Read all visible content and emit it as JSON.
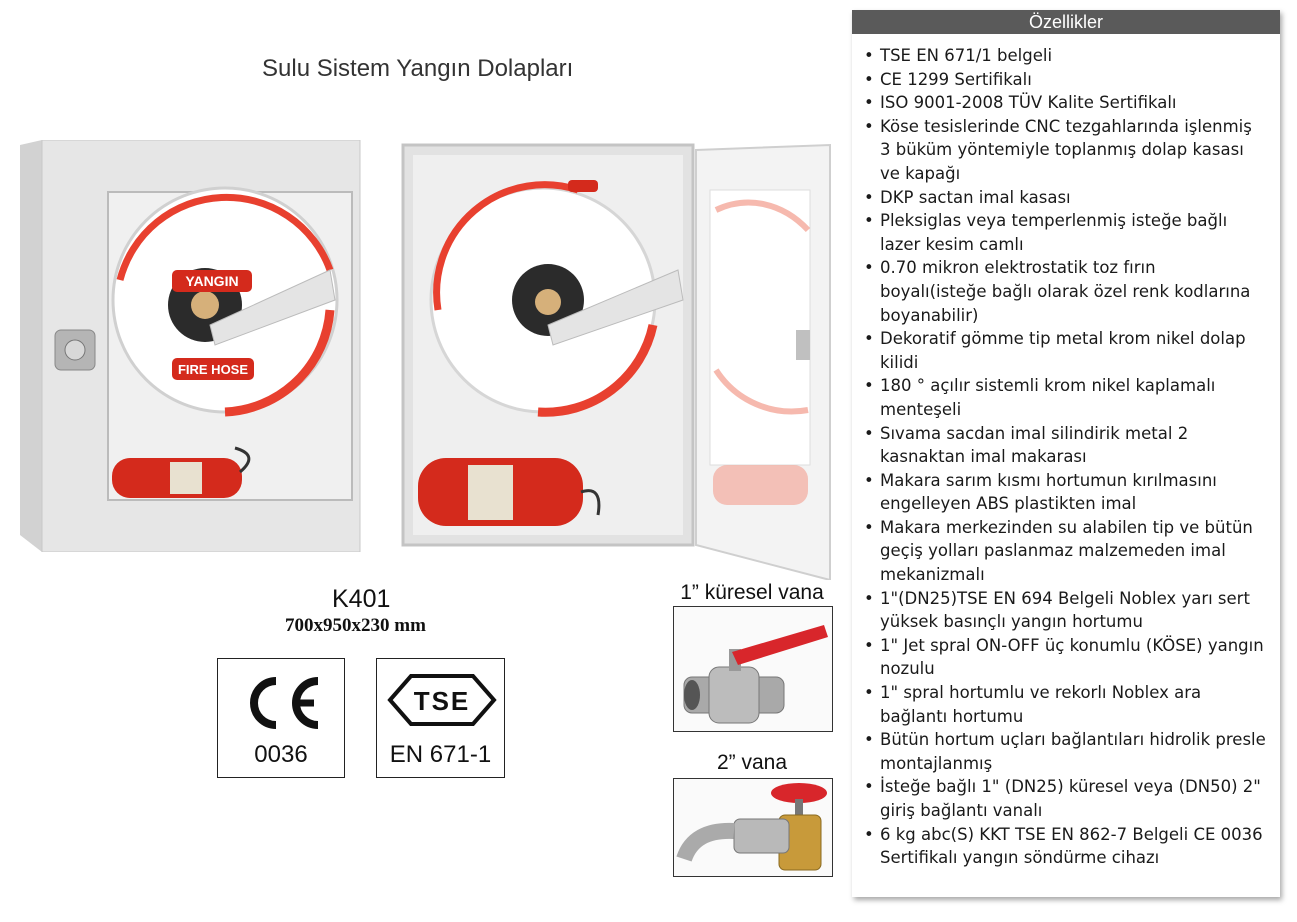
{
  "page_title": "Sulu Sistem Yangın Dolapları",
  "product": {
    "model": "K401",
    "dimensions": "700x950x230 mm",
    "reel_label_top": "YANGIN",
    "reel_label_bottom": "FIRE HOSE"
  },
  "certificates": [
    {
      "mark": "CE",
      "code": "0036"
    },
    {
      "mark": "TSE",
      "code": "EN 671-1"
    }
  ],
  "valves": [
    {
      "label": "1” küresel vana"
    },
    {
      "label": "2” vana"
    }
  ],
  "features_panel": {
    "header": "Özellikler",
    "items": [
      "TSE EN 671/1 belgeli",
      "CE 1299 Sertifikalı",
      "ISO 9001-2008 TÜV Kalite Sertifikalı",
      "Köse tesislerinde CNC tezgahlarında işlenmiş 3 büküm yöntemiyle toplanmış dolap kasası ve kapağı",
      "DKP sactan imal kasası",
      "Pleksiglas veya temperlenmiş isteğe bağlı lazer kesim camlı",
      "0.70 mikron elektrostatik toz fırın boyalı(isteğe bağlı olarak özel renk kodlarına boyanabilir)",
      "Dekoratif gömme tip metal krom nikel dolap kilidi",
      "180 ° açılır sistemli krom nikel kaplamalı menteşeli",
      "Sıvama sacdan imal silindirik metal 2 kasnaktan imal makarası",
      "Makara sarım kısmı hortumun kırılmasını engelleyen ABS plastikten imal",
      "Makara merkezinden su alabilen tip ve bütün geçiş yolları paslanmaz malzemeden imal mekanizmalı",
      "1\"(DN25)TSE EN 694 Belgeli Noblex yarı sert yüksek basınçlı yangın hortumu",
      "1\" Jet spral ON-OFF üç konumlu (KÖSE) yangın nozulu",
      "1\" spral hortumlu ve rekorlı Noblex ara bağlantı hortumu",
      "Bütün hortum uçları bağlantıları hidrolik presle montajlanmış",
      "İsteğe bağlı 1\" (DN25) küresel veya (DN50) 2\" giriş bağlantı vanalı",
      "6 kg abc(S) KKT TSE EN 862-7 Belgeli CE 0036 Sertifikalı yangın söndürme cihazı"
    ]
  },
  "colors": {
    "panel_header_bg": "#5a5a5a",
    "cabinet_body": "#e4e4e4",
    "hose_red": "#e8402f",
    "extinguisher_red": "#d42a1c",
    "valve_handle_red": "#d8262b",
    "brass": "#c89a3a"
  }
}
